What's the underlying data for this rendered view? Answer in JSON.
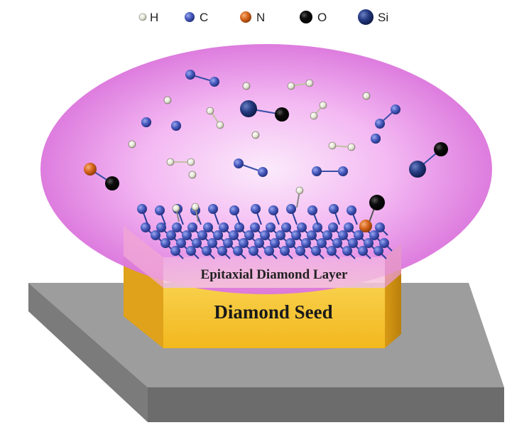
{
  "legend": [
    {
      "symbol": "H",
      "label": "H",
      "color": "#dcdcc8"
    },
    {
      "symbol": "C",
      "label": "C",
      "color": "#3a4fa8"
    },
    {
      "symbol": "N",
      "label": "N",
      "color": "#d4661c"
    },
    {
      "symbol": "O",
      "label": "O",
      "color": "#0a0a0a"
    },
    {
      "symbol": "Si",
      "label": "Si",
      "color": "#1f3470"
    }
  ],
  "labels": {
    "epitaxial_layer": "Epitaxial Diamond Layer",
    "seed": "Diamond Seed"
  },
  "colors": {
    "plasma": "#ee8ef0",
    "plasma_center": "#fbe6fb",
    "seed": "#f7c42c",
    "epitaxial": "#f3b7e2",
    "substrate_top": "#9c9c9c",
    "substrate_side": "#6e6e6e"
  }
}
